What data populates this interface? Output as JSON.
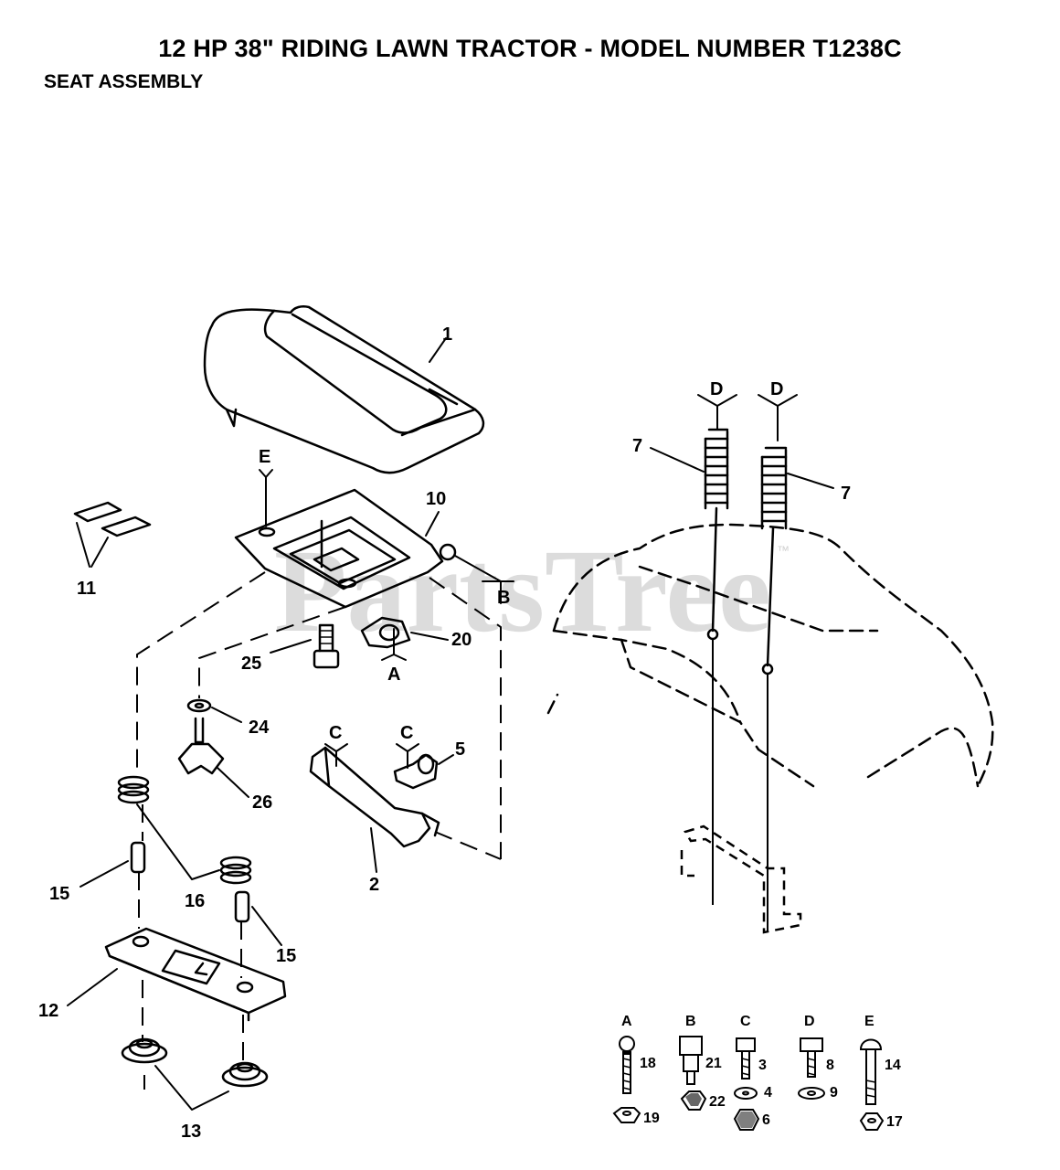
{
  "header": {
    "title": "12 HP 38\" RIDING LAWN TRACTOR - MODEL NUMBER T1238C",
    "subtitle": "SEAT ASSEMBLY"
  },
  "watermark": {
    "text": "PartsTree",
    "mark": "™"
  },
  "callouts": {
    "c1": "1",
    "c2": "2",
    "c5": "5",
    "c7a": "7",
    "c7b": "7",
    "c10": "10",
    "c11": "11",
    "c12": "12",
    "c13": "13",
    "c15a": "15",
    "c15b": "15",
    "c16": "16",
    "c20": "20",
    "c24": "24",
    "c25": "25",
    "c26": "26"
  },
  "refs": {
    "E": "E",
    "B": "B",
    "A": "A",
    "C1": "C",
    "C2": "C",
    "D1": "D",
    "D2": "D"
  },
  "hardware": [
    {
      "letter": "A",
      "parts": [
        "18",
        "19"
      ]
    },
    {
      "letter": "B",
      "parts": [
        "21",
        "22"
      ]
    },
    {
      "letter": "C",
      "parts": [
        "3",
        "4",
        "6"
      ]
    },
    {
      "letter": "D",
      "parts": [
        "8",
        "9"
      ]
    },
    {
      "letter": "E",
      "parts": [
        "14",
        "17"
      ]
    }
  ]
}
